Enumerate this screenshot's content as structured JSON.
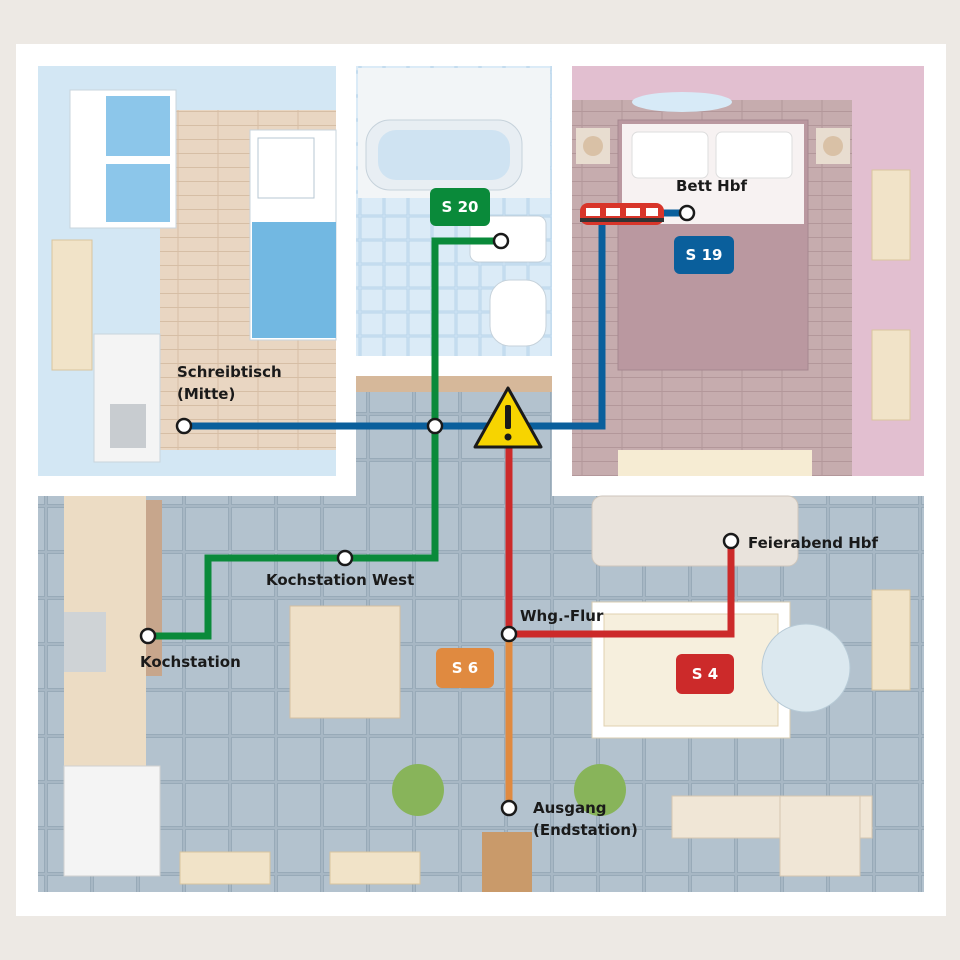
{
  "colors": {
    "s20": "#0a8a3a",
    "s19": "#0a5f9c",
    "s6": "#e08a40",
    "s4": "#cc2a2a",
    "warning": "#f7d400"
  },
  "lines": [
    {
      "id": "s20",
      "label": "S 20"
    },
    {
      "id": "s19",
      "label": "S 19"
    },
    {
      "id": "s6",
      "label": "S 6"
    },
    {
      "id": "s4",
      "label": "S 4"
    }
  ],
  "stations": {
    "bett": "Bett Hbf",
    "schreibtisch_1": "Schreibtisch",
    "schreibtisch_2": "(Mitte)",
    "kochstation_west": "Kochstation West",
    "kochstation": "Kochstation",
    "whg_flur": "Whg.-Flur",
    "feierabend": "Feierabend Hbf",
    "ausgang_1": "Ausgang",
    "ausgang_2": "(Endstation)"
  },
  "icons": {
    "warning": "warning-sign-icon",
    "train": "train-icon"
  }
}
